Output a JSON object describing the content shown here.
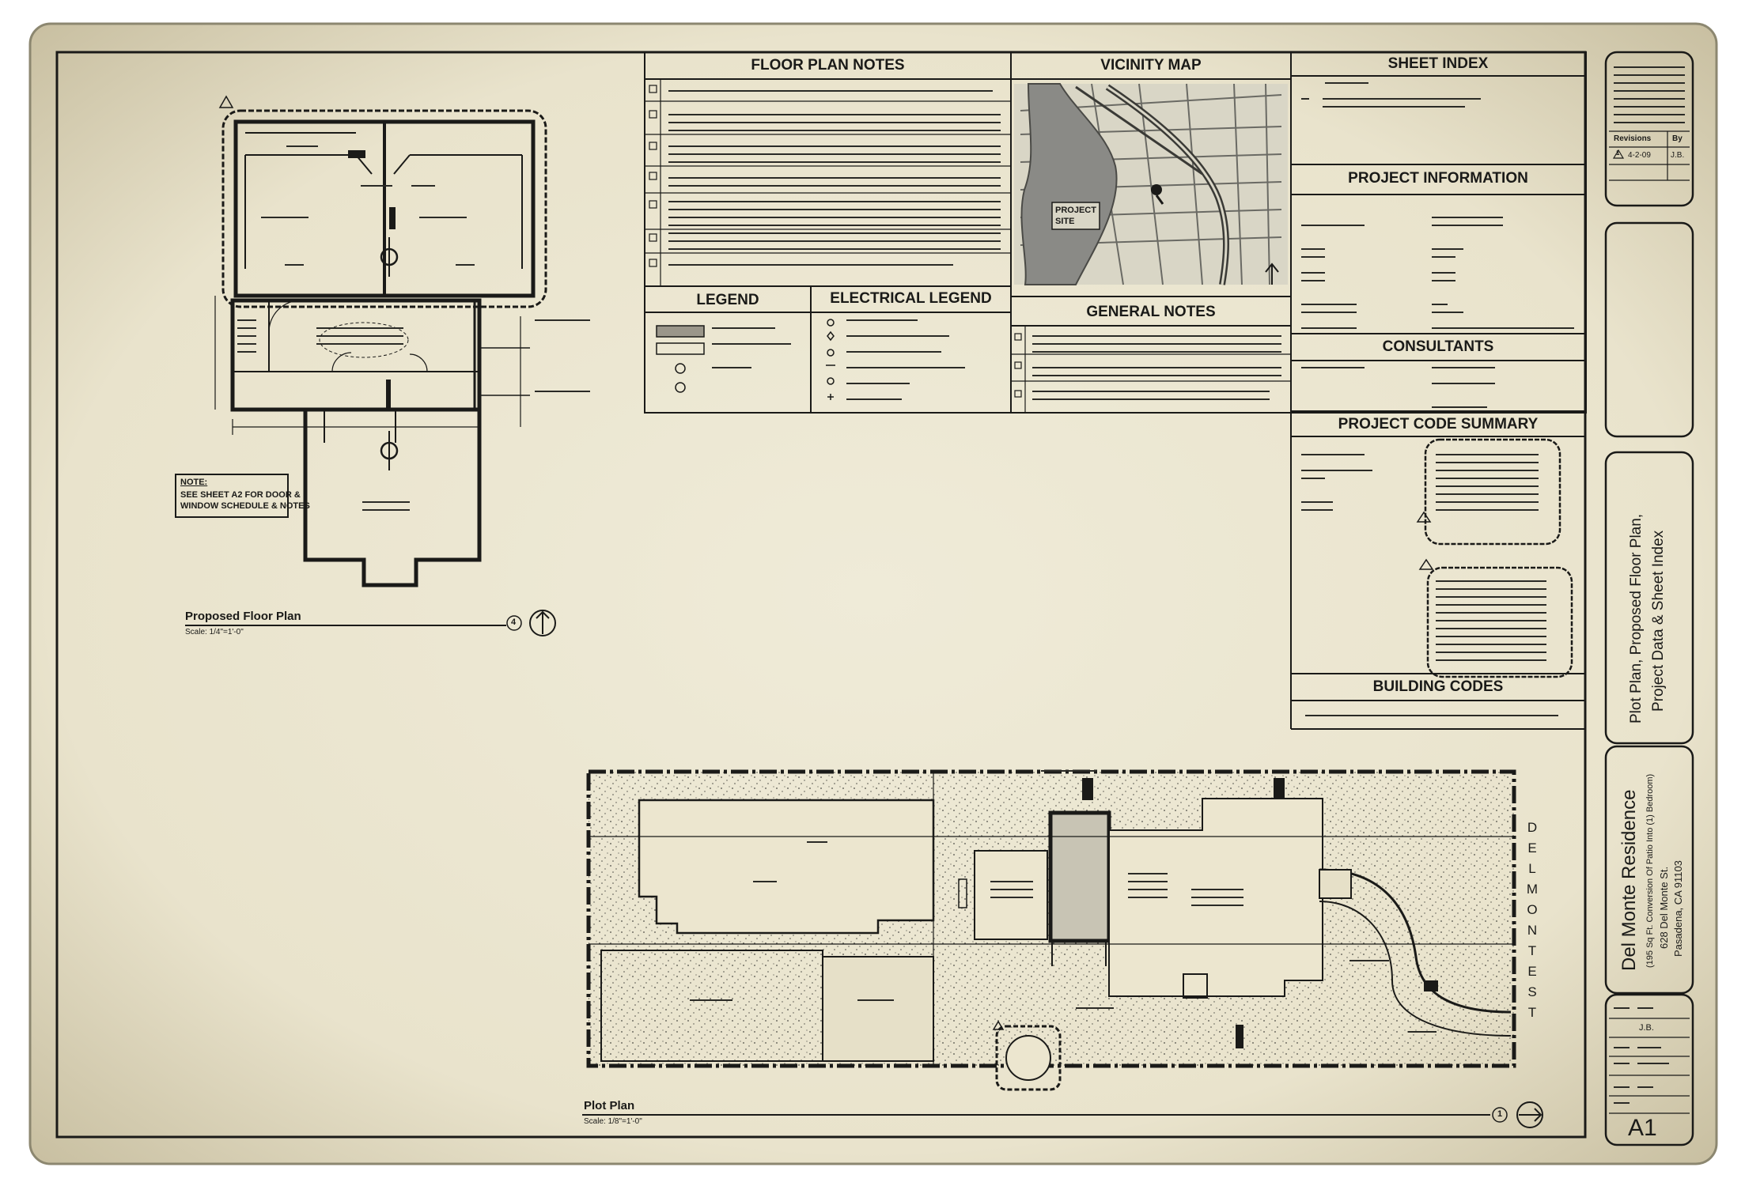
{
  "headers": {
    "floor_plan_notes": "FLOOR PLAN NOTES",
    "vicinity_map": "VICINITY MAP",
    "sheet_index": "SHEET INDEX",
    "project_information": "PROJECT INFORMATION",
    "legend": "LEGEND",
    "electrical_legend": "ELECTRICAL LEGEND",
    "general_notes": "GENERAL NOTES",
    "consultants": "CONSULTANTS",
    "project_code_summary": "PROJECT CODE SUMMARY",
    "building_codes": "BUILDING CODES"
  },
  "floor_plan": {
    "title": "Proposed Floor Plan",
    "scale": "Scale: 1/4\"=1'-0\"",
    "detail_number": "4",
    "note_heading": "NOTE:",
    "note_text_1": "SEE SHEET A2 FOR DOOR &",
    "note_text_2": "WINDOW SCHEDULE & NOTES"
  },
  "plot_plan": {
    "title": "Plot Plan",
    "scale": "Scale: 1/8\"=1'-0\"",
    "detail_number": "1",
    "street_name": "DEL MONTE ST"
  },
  "vicinity": {
    "project_label_1": "PROJECT",
    "project_label_2": "SITE"
  },
  "title_block": {
    "sheet_title_1": "Plot Plan, Proposed Floor Plan,",
    "sheet_title_2": "Project Data & Sheet Index",
    "project_name": "Del Monte Residence",
    "project_desc": "(195 Sq Ft. Conversion Of Patio Into (1) Bedroom)",
    "address_1": "628 Del Monte St.",
    "address_2": "Pasadena, CA 91103",
    "sheet_number": "A1",
    "revision_label": "Revisions",
    "by_label": "By",
    "revision_date": "4-2-09",
    "revision_by": "J.B.",
    "revision_number": "1",
    "drawn_by": "J.B."
  },
  "colors": {
    "paper": "#efebd8",
    "ink": "#1a1a18",
    "map_water": "#8a8a86",
    "frame": "#7a786e"
  }
}
